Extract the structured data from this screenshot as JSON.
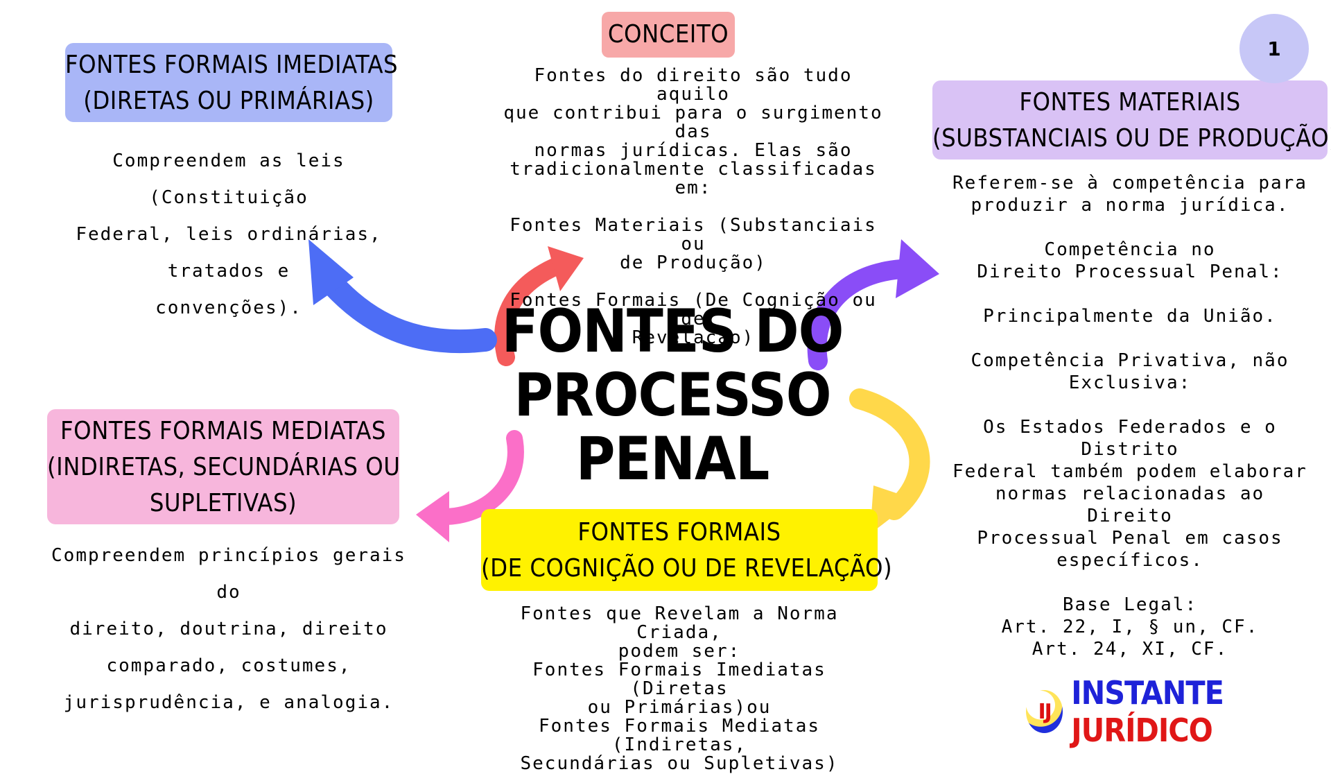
{
  "title": [
    "FONTES DO",
    "PROCESSO PENAL"
  ],
  "page_number": "1",
  "colors": {
    "conceito": "#f7a8a8",
    "imediatas": "#a9b6f7",
    "materiais": "#d9c2f5",
    "mediatas": "#f7b6dc",
    "formais": "#fff200",
    "arrow_red": "#f45b5b",
    "arrow_blue": "#4d6df5",
    "arrow_purple": "#8a4df7",
    "arrow_pink": "#fb6fc8",
    "arrow_yellow": "#ffd84a"
  },
  "conceito": {
    "label": "CONCEITO",
    "text": "Fontes do direito são tudo aquilo\nque contribui para o surgimento das\nnormas jurídicas. Elas são\ntradicionalmente classificadas em:\n\nFontes Materiais (Substanciais ou\nde Produção)\n\nFontes Formais (De Cognição ou de\nRevelação)"
  },
  "imediatas": {
    "label": [
      "FONTES FORMAIS IMEDIATAS",
      "(DIRETAS OU PRIMÁRIAS)"
    ],
    "text": "Compreendem as leis (Constituição\nFederal, leis ordinárias, tratados e\nconvenções)."
  },
  "materiais": {
    "label": [
      "FONTES MATERIAIS",
      "(SUBSTANCIAIS OU DE PRODUÇÃO)"
    ],
    "text": "Referem-se à competência para\nproduzir a norma jurídica.\n\nCompetência no\nDireito Processual Penal:\n\nPrincipalmente da União.\n\nCompetência Privativa, não\nExclusiva:\n\nOs Estados Federados e o Distrito\nFederal também podem elaborar\nnormas relacionadas ao Direito\nProcessual Penal em casos\nespecíficos.\n\nBase Legal:\nArt. 22, I, § un, CF.\nArt. 24, XI, CF."
  },
  "mediatas": {
    "label": [
      "FONTES FORMAIS MEDIATAS",
      "(INDIRETAS, SECUNDÁRIAS OU",
      "SUPLETIVAS)"
    ],
    "text": "Compreendem princípios gerais do\ndireito, doutrina, direito\ncomparado, costumes,\njurisprudência, e analogia."
  },
  "formais": {
    "label": [
      "FONTES FORMAIS",
      "(DE COGNIÇÃO OU DE REVELAÇÃO)"
    ],
    "text": "Fontes que Revelam a Norma Criada,\npodem ser:\nFontes Formais Imediatas (Diretas\nou Primárias)ou\nFontes Formais Mediatas (Indiretas,\nSecundárias ou Supletivas)"
  },
  "logo": {
    "mark": "IJ",
    "word1": "INSTANTE",
    "word2": "JURÍDICO"
  }
}
